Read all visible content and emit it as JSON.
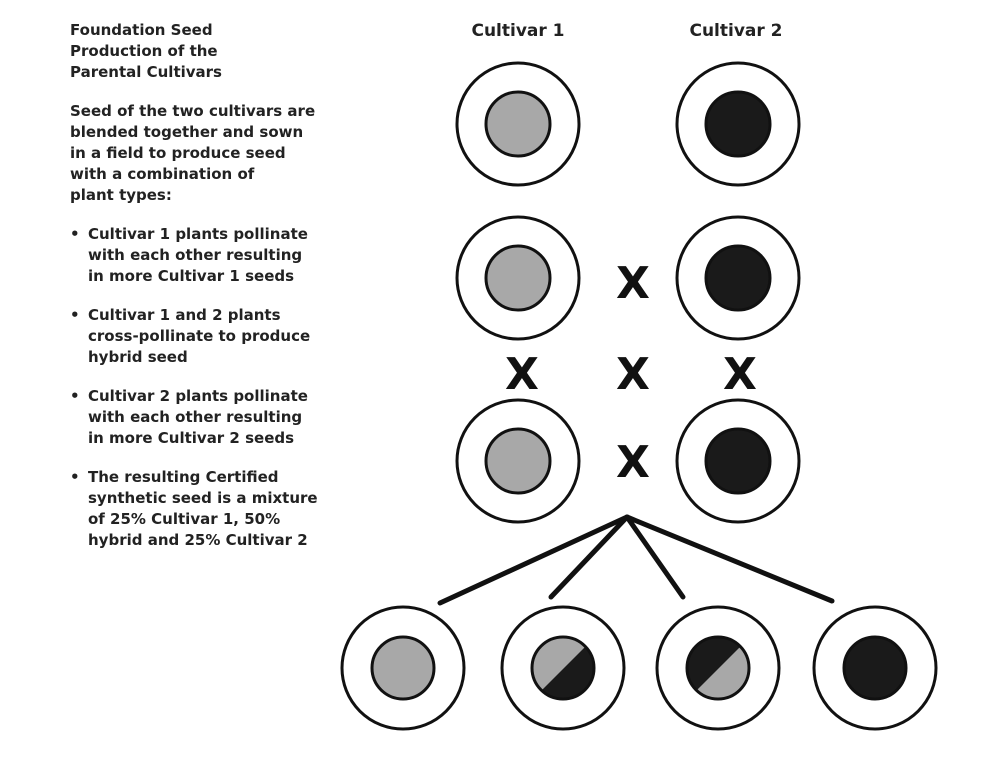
{
  "colors": {
    "cultivar1": "#a8a8a8",
    "cultivar2": "#1a1a1a",
    "outline": "#111111"
  },
  "text_panel": {
    "heading": "Foundation Seed\nProduction of the\nParental Cultivars",
    "intro": "Seed of the two cultivars are\nblended together and sown\nin a field to produce seed\nwith a combination of\nplant types:",
    "bullets": [
      "Cultivar 1 plants pollinate\nwith each other resulting\nin more Cultivar 1 seeds",
      "Cultivar 1 and 2 plants\ncross-pollinate to produce\nhybrid seed",
      "Cultivar 2 plants pollinate\nwith each other resulting\nin more Cultivar 2 seeds",
      "The resulting Certified\nsynthetic seed is a mixture\nof 25% Cultivar 1, 50%\nhybrid and 25% Cultivar 2"
    ],
    "bullet_symbol": "•"
  },
  "diagram": {
    "column_labels": [
      "Cultivar 1",
      "Cultivar 2"
    ],
    "cross_symbol": "X",
    "resulting_seed": [
      "cultivar1",
      "hybrid",
      "hybrid",
      "cultivar2"
    ]
  }
}
